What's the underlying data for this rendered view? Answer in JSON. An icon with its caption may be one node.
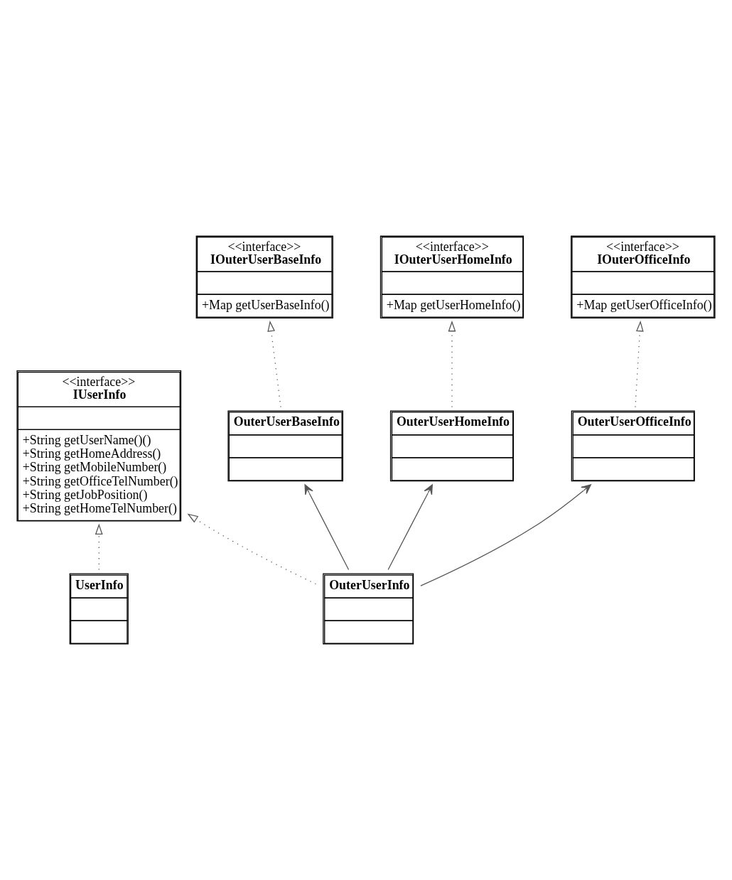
{
  "diagram": {
    "nodes": [
      {
        "text": [
          "<<interface>>",
          "IUserInfo",
          "+String getUserName()()",
          "+String getHomeAddress()",
          "+String getMobileNumber()",
          "+String getOfficeTelNumber()",
          "+String getJobPosition()",
          "+String getHomeTelNumber()"
        ]
      },
      {
        "text": [
          "<<interface>>",
          "IOuterUserBaseInfo",
          "+Map getUserBaseInfo()"
        ]
      },
      {
        "text": [
          "OuterUserBaseInfo"
        ]
      },
      {
        "text": [
          "UserInfo"
        ]
      },
      {
        "text": [
          "OuterUserInfo"
        ]
      },
      {
        "text": [
          "<<interface>>",
          "IOuterUserHomeInfo",
          "+Map getUserHomeInfo()"
        ]
      },
      {
        "text": [
          "OuterUserHomeInfo"
        ]
      },
      {
        "text": [
          "<<interface>>",
          "IOuterOfficeInfo",
          "+Map getUserOfficeInfo()"
        ]
      },
      {
        "text": [
          "OuterUserOfficeInfo"
        ]
      }
    ],
    "edges": [
      {
        "from": 3,
        "to": 0,
        "arrow": "to",
        "style": "dashed"
      },
      {
        "from": 4,
        "to": 0,
        "arrow": "to",
        "style": "dashed"
      },
      {
        "from": 2,
        "to": 1,
        "arrow": "to",
        "style": "dashed"
      },
      {
        "from": 4,
        "to": 2,
        "arrow": "to"
      },
      {
        "from": 6,
        "to": 5,
        "arrow": "to",
        "style": "dashed"
      },
      {
        "from": 4,
        "to": 6,
        "arrow": "to"
      },
      {
        "from": 8,
        "to": 7,
        "arrow": "to",
        "style": "dashed"
      },
      {
        "from": 4,
        "to": 8,
        "arrow": "to"
      }
    ]
  }
}
